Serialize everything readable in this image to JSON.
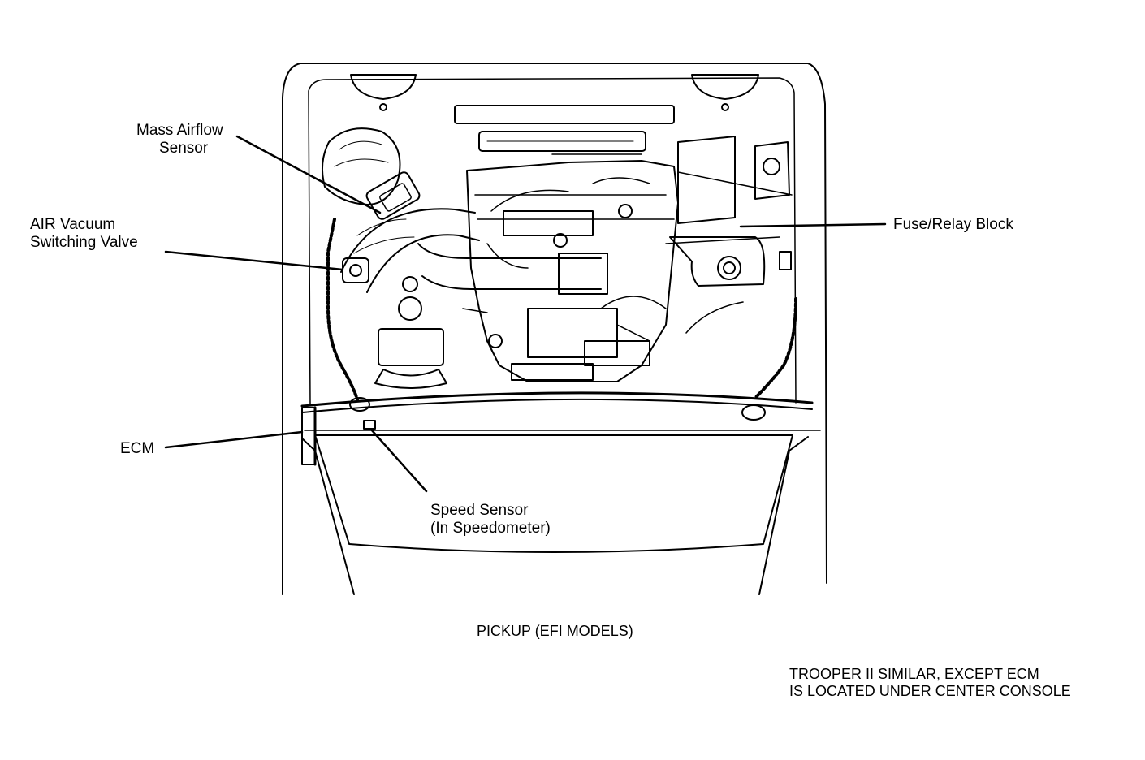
{
  "labels": {
    "mass_airflow": [
      "Mass Airflow",
      "Sensor"
    ],
    "air_vacuum": [
      "AIR Vacuum",
      "Switching Valve"
    ],
    "fuse_relay": "Fuse/Relay Block",
    "ecm": "ECM",
    "speed_sensor": [
      "Speed Sensor",
      "(In Speedometer)"
    ]
  },
  "caption": "PICKUP (EFI MODELS)",
  "note": [
    "TROOPER II SIMILAR, EXCEPT ECM",
    "IS LOCATED UNDER CENTER CONSOLE"
  ],
  "colors": {
    "line": "#000000",
    "background": "#ffffff"
  }
}
